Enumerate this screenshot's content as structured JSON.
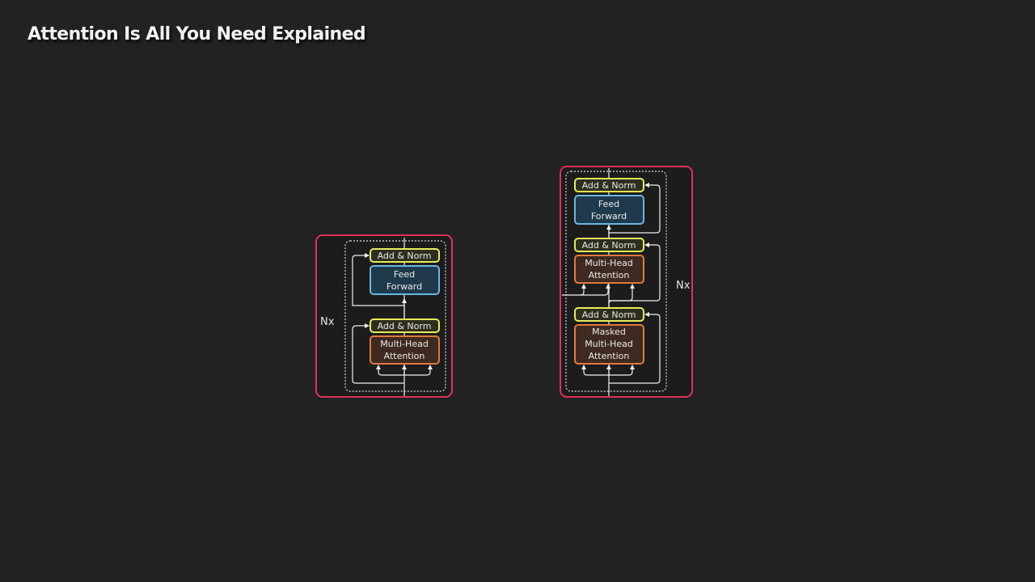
{
  "slide": {
    "title": "Attention Is All You Need Explained"
  },
  "colors": {
    "background": "#222222",
    "outer_frame": "#e0305a",
    "add_norm_border": "#e6ec5a",
    "feed_forward_border": "#6ab8e0",
    "feed_forward_fill": "#1f3a4c",
    "attention_border": "#e07a3c",
    "attention_fill": "#3e2a20",
    "connector": "#f0f0f0"
  },
  "encoder": {
    "repeat_label": "Nx",
    "blocks": [
      {
        "type": "add_norm",
        "label": "Add & Norm"
      },
      {
        "type": "feed_forward",
        "line1": "Feed",
        "line2": "Forward"
      },
      {
        "type": "add_norm",
        "label": "Add & Norm"
      },
      {
        "type": "attention",
        "line1": "Multi-Head",
        "line2": "Attention"
      }
    ]
  },
  "decoder": {
    "repeat_label": "Nx",
    "blocks": [
      {
        "type": "add_norm",
        "label": "Add & Norm"
      },
      {
        "type": "feed_forward",
        "line1": "Feed",
        "line2": "Forward"
      },
      {
        "type": "add_norm",
        "label": "Add & Norm"
      },
      {
        "type": "attention",
        "line1": "Multi-Head",
        "line2": "Attention"
      },
      {
        "type": "add_norm",
        "label": "Add & Norm"
      },
      {
        "type": "masked_attention",
        "line1": "Masked",
        "line2": "Multi-Head",
        "line3": "Attention"
      }
    ]
  }
}
